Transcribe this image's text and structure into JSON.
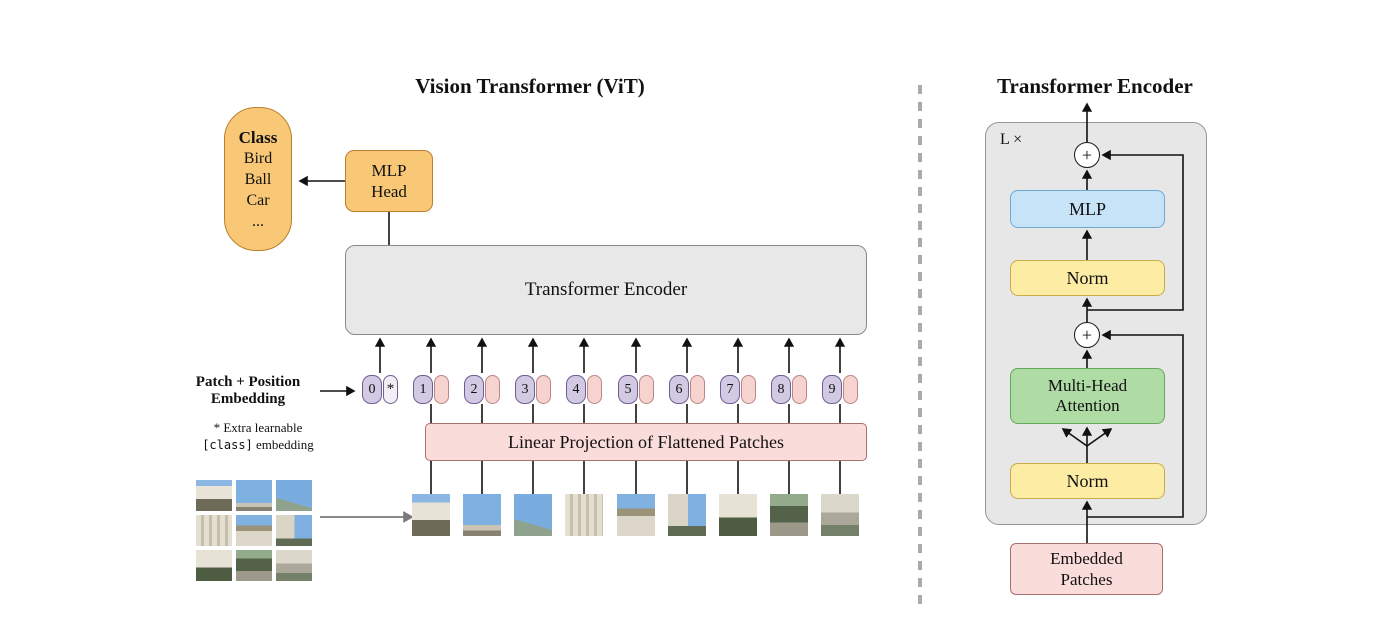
{
  "colors": {
    "orange": "#F9C877",
    "encoder_gray": "#E8E8E8",
    "token_lavender": "#D2C9E3",
    "pink": "#FADCDA",
    "mlp_blue": "#C7E3F8",
    "norm_yellow": "#FCECA4",
    "attention_green": "#AEDCA4",
    "panel_gray": "#E7E7E7"
  },
  "left": {
    "title": "Vision Transformer (ViT)",
    "class_bubble": {
      "header": "Class",
      "items": [
        "Bird",
        "Ball",
        "Car",
        "..."
      ]
    },
    "mlp_head": {
      "line1": "MLP",
      "line2": "Head"
    },
    "encoder_label": "Transformer Encoder",
    "embedding_label": {
      "line1": "Patch + Position",
      "line2": "Embedding"
    },
    "embedding_note": {
      "line1": "* Extra learnable",
      "code": "[class]",
      "rest": " embedding"
    },
    "linear_projection_label": "Linear Projection of Flattened Patches",
    "tokens": [
      {
        "label": "0",
        "tag": "*"
      },
      {
        "label": "1"
      },
      {
        "label": "2"
      },
      {
        "label": "3"
      },
      {
        "label": "4"
      },
      {
        "label": "5"
      },
      {
        "label": "6"
      },
      {
        "label": "7"
      },
      {
        "label": "8"
      },
      {
        "label": "9"
      }
    ],
    "patch_grid": {
      "rows": 3,
      "cols": 3
    },
    "flattened_patch_count": 9
  },
  "right": {
    "title": "Transformer Encoder",
    "loop_label": "L ×",
    "plus_symbol": "+",
    "mlp_label": "MLP",
    "norm_top_label": "Norm",
    "mha_label": {
      "line1": "Multi-Head",
      "line2": "Attention"
    },
    "norm_bottom_label": "Norm",
    "embedded_patches_label": {
      "line1": "Embedded",
      "line2": "Patches"
    }
  }
}
